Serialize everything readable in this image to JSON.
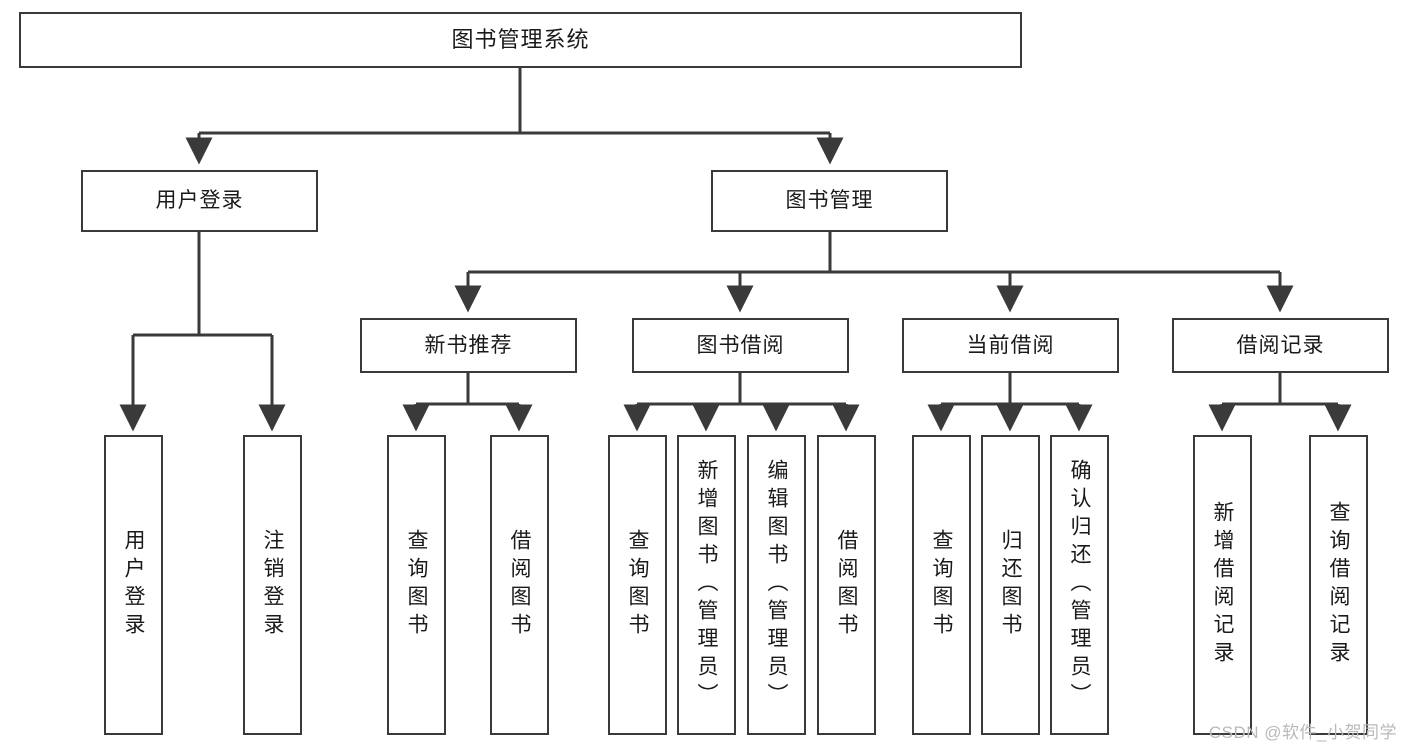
{
  "diagram": {
    "title": "图书管理系统",
    "type": "tree-hierarchy-diagram",
    "colors": {
      "box_border": "#3a3a3a",
      "box_fill": "#ffffff",
      "edge": "#3a3a3a",
      "text": "#1a1a1a",
      "watermark": "#b9b9b9",
      "background": "#ffffff"
    },
    "root": {
      "label": "图书管理系统"
    },
    "level2": [
      {
        "id": "user-login",
        "label": "用户登录"
      },
      {
        "id": "book-manage",
        "label": "图书管理"
      }
    ],
    "level3": [
      {
        "id": "new-book-recommend",
        "label": "新书推荐"
      },
      {
        "id": "book-borrow",
        "label": "图书借阅"
      },
      {
        "id": "current-borrow",
        "label": "当前借阅"
      },
      {
        "id": "borrow-record",
        "label": "借阅记录"
      }
    ],
    "leaves": {
      "user_login": [
        {
          "id": "leaf-user-login",
          "label": "用户登录"
        },
        {
          "id": "leaf-logout-login",
          "label": "注销登录"
        }
      ],
      "new_book_recommend": [
        {
          "id": "leaf-query-book-1",
          "label": "查询图书"
        },
        {
          "id": "leaf-borrow-book-1",
          "label": "借阅图书"
        }
      ],
      "book_borrow": [
        {
          "id": "leaf-query-book-2",
          "label": "查询图书"
        },
        {
          "id": "leaf-add-book",
          "label": "新增图书（管理员）"
        },
        {
          "id": "leaf-edit-book",
          "label": "编辑图书（管理员）"
        },
        {
          "id": "leaf-borrow-book-2",
          "label": "借阅图书"
        }
      ],
      "current_borrow": [
        {
          "id": "leaf-query-book-3",
          "label": "查询图书"
        },
        {
          "id": "leaf-return-book",
          "label": "归还图书"
        },
        {
          "id": "leaf-confirm-return",
          "label": "确认归还（管理员）"
        }
      ],
      "borrow_record": [
        {
          "id": "leaf-add-record",
          "label": "新增借阅记录"
        },
        {
          "id": "leaf-query-record",
          "label": "查询借阅记录"
        }
      ]
    }
  },
  "watermark": {
    "text": "CSDN @软件_小贺同学"
  }
}
